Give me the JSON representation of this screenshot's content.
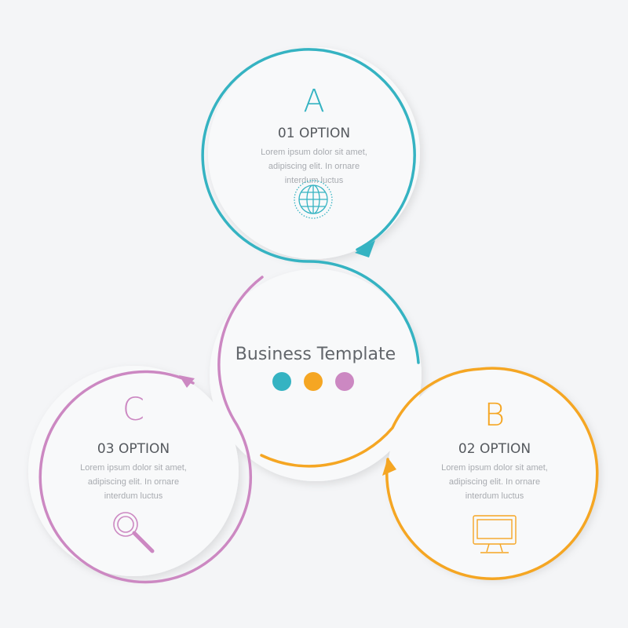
{
  "colors": {
    "background": "#f4f5f7",
    "teal": "#35b3c2",
    "orange": "#f5a623",
    "purple": "#cc88c2",
    "text_dark": "#55595e",
    "text_light": "#a8abb0"
  },
  "center": {
    "title": "Business Template",
    "dots": [
      "teal",
      "orange",
      "purple"
    ]
  },
  "options": [
    {
      "letter": "A",
      "title": "01 OPTION",
      "lines": [
        "Lorem ipsum dolor sit amet,",
        "adipiscing elit. In ornare",
        "interdum luctus"
      ],
      "icon": "globe-icon",
      "color": "#35b3c2"
    },
    {
      "letter": "B",
      "title": "02 OPTION",
      "lines": [
        "Lorem ipsum dolor sit amet,",
        "adipiscing elit. In ornare",
        "interdum luctus"
      ],
      "icon": "monitor-icon",
      "color": "#f5a623"
    },
    {
      "letter": "C",
      "title": "03 OPTION",
      "lines": [
        "Lorem ipsum dolor sit amet,",
        "adipiscing elit. In ornare",
        "interdum luctus"
      ],
      "icon": "magnifier-icon",
      "color": "#cc88c2"
    }
  ]
}
